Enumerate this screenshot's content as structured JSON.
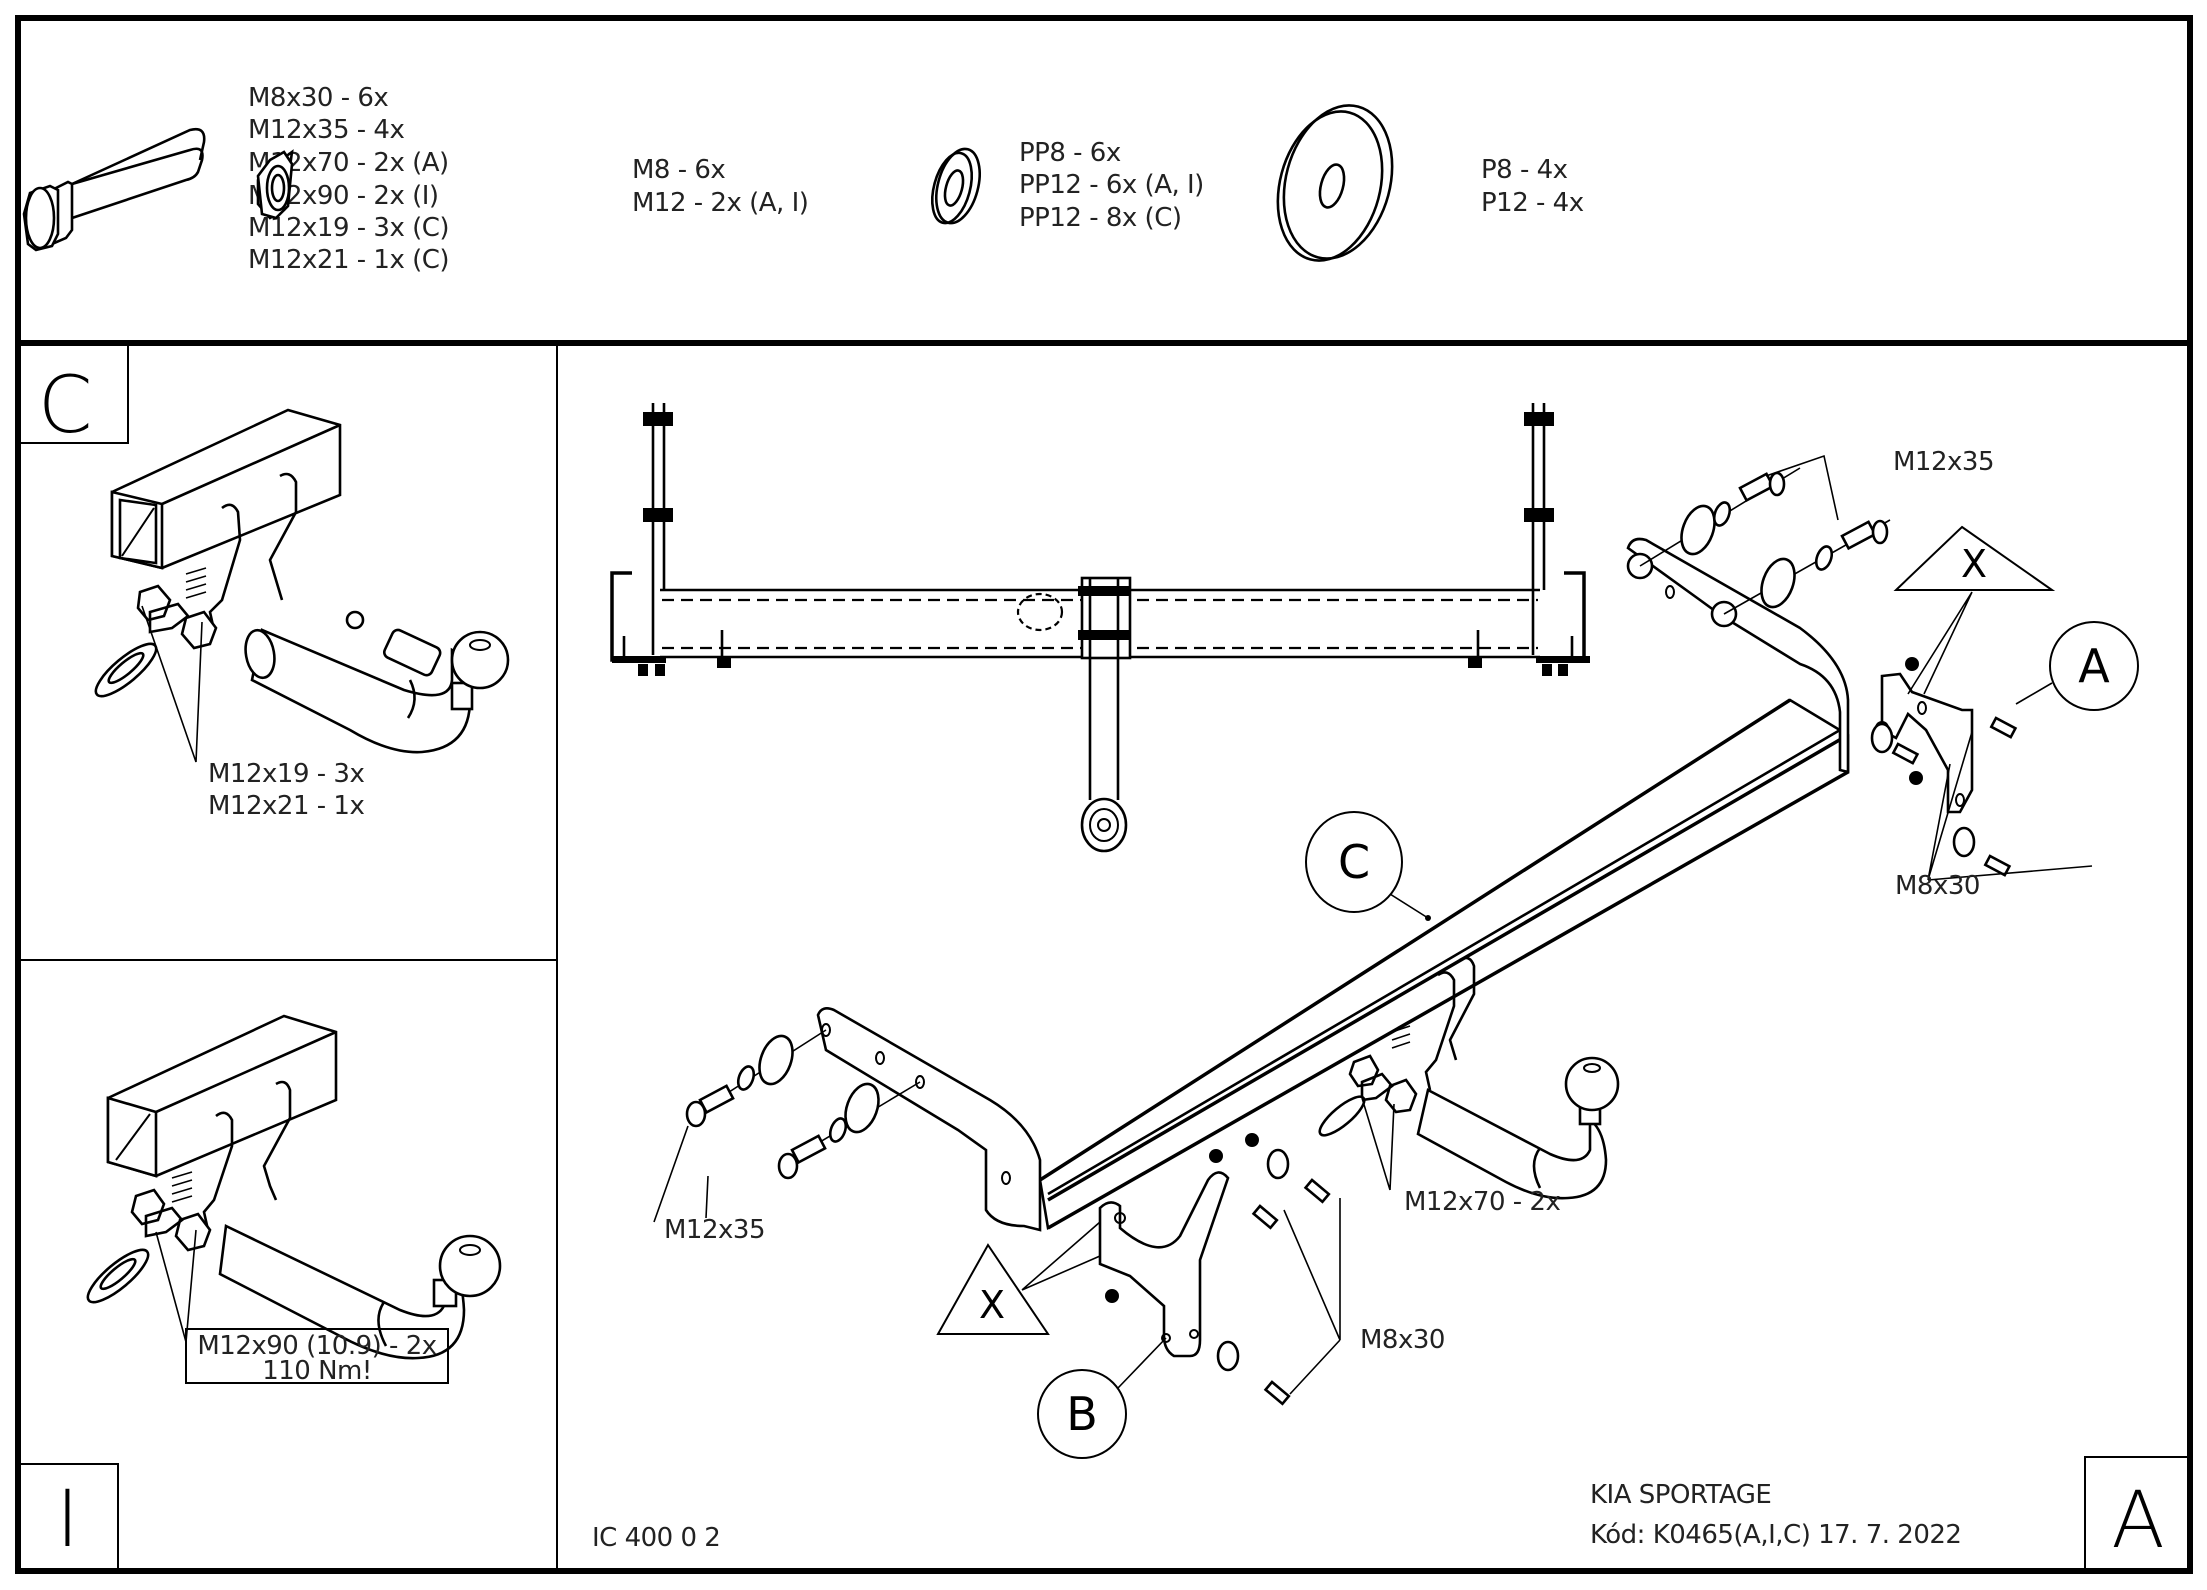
{
  "parts_list": {
    "bolt": {
      "icon": "hex-bolt-icon",
      "items": [
        "M8x30 - 6x",
        "M12x35 - 4x",
        "M12x70 - 2x (A)",
        "M12x90 - 2x (I)",
        "M12x19 - 3x (C)",
        "M12x21 - 1x (C)"
      ]
    },
    "nut": {
      "icon": "hex-nut-icon",
      "items": [
        "M8 - 6x",
        "M12 - 2x (A, I)"
      ]
    },
    "spring_washer": {
      "icon": "spring-washer-icon",
      "items": [
        "PP8 - 6x",
        "PP12 - 6x (A, I)",
        "PP12 - 8x (C)"
      ]
    },
    "flat_washer": {
      "icon": "flat-washer-icon",
      "items": [
        "P8 - 4x",
        "P12 - 4x"
      ]
    }
  },
  "panel_c": {
    "letter": "C",
    "labels": [
      "M12x19 - 3x",
      "M12x21 - 1x"
    ]
  },
  "panel_i": {
    "letter": "I",
    "labels": [
      "M12x90 (10.9) - 2x",
      "110 Nm!"
    ]
  },
  "main": {
    "callouts": {
      "m12x35_right": "M12x35",
      "m12x35_left": "M12x35",
      "m8x30_right": "M8x30",
      "m8x30_left": "M8x30",
      "m12x70": "M12x70 - 2x"
    },
    "balloons": {
      "a": "A",
      "b": "B",
      "c": "C"
    },
    "triangles": {
      "x_right": "X",
      "x_left": "X"
    }
  },
  "footer": {
    "drawing_number": "IC 400 0 2",
    "vehicle": "KIA SPORTAGE",
    "code_date": "Kód: K0465(A,I,C)  17. 7. 2022",
    "variant_letter": "A"
  }
}
